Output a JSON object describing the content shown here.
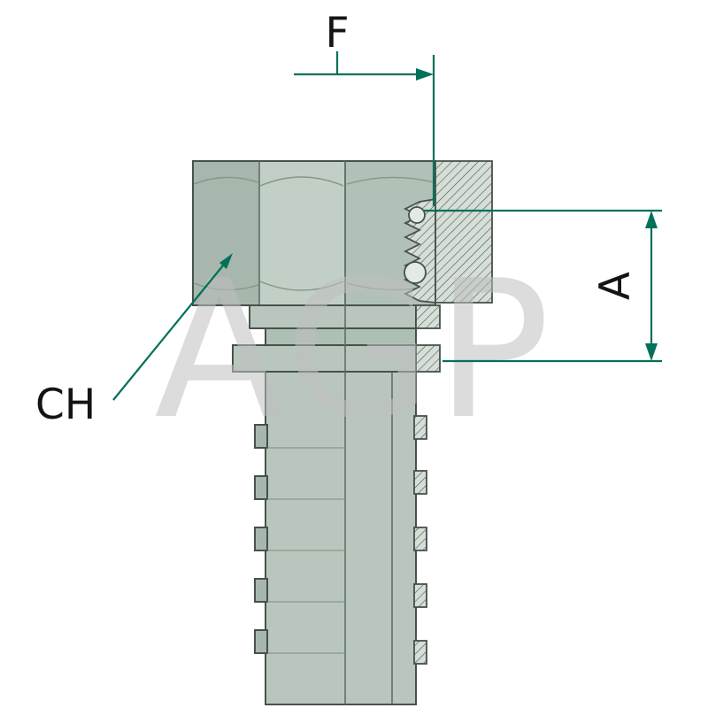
{
  "diagram": {
    "labels": {
      "f": "F",
      "a": "A",
      "ch": "CH"
    },
    "watermark": "AGP",
    "colors": {
      "dimension_green": "#00715a",
      "label_black": "#141414",
      "body_light": "#b9c6bd",
      "body_mid": "#c2cfc6",
      "body_dark": "#a7b7ad",
      "hatch_background": "#d5ded7",
      "outline": "#46514b",
      "watermark_gray": "#bfbfbf"
    }
  }
}
